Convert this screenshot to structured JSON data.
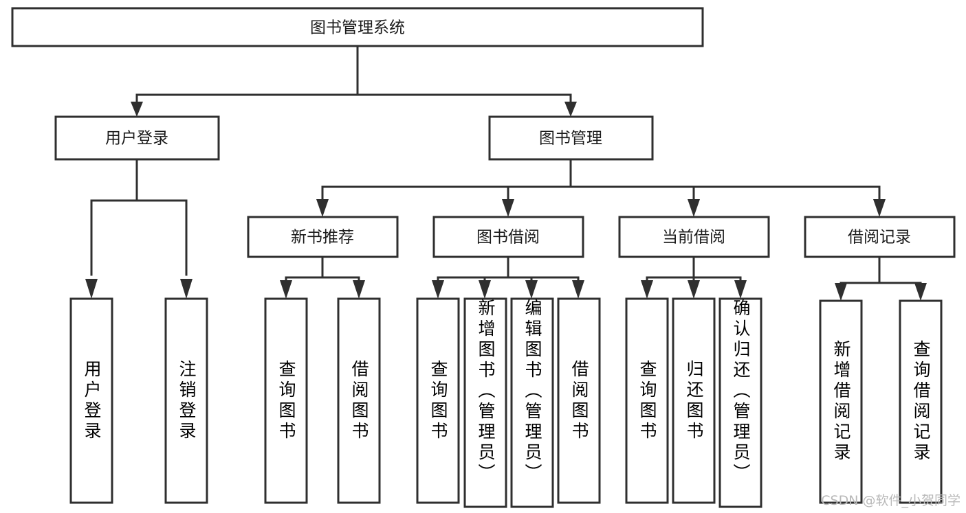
{
  "diagram": {
    "type": "tree-hierarchy",
    "title": "图书管理系统",
    "orientation": "top-down",
    "levels": 4,
    "root": {
      "id": "root",
      "label": "图书管理系统"
    },
    "level2": [
      {
        "id": "user-login",
        "label": "用户登录"
      },
      {
        "id": "book-manage",
        "label": "图书管理"
      }
    ],
    "level3": [
      {
        "id": "new-book-rec",
        "label": "新书推荐",
        "parent": "book-manage"
      },
      {
        "id": "book-borrow",
        "label": "图书借阅",
        "parent": "book-manage"
      },
      {
        "id": "current-borrow",
        "label": "当前借阅",
        "parent": "book-manage"
      },
      {
        "id": "borrow-record",
        "label": "借阅记录",
        "parent": "book-manage"
      }
    ],
    "leaves": [
      {
        "id": "leaf-user-login",
        "label": "用户登录",
        "parent": "user-login"
      },
      {
        "id": "leaf-logout",
        "label": "注销登录",
        "parent": "user-login"
      },
      {
        "id": "leaf-query-book-1",
        "label": "查询图书",
        "parent": "new-book-rec"
      },
      {
        "id": "leaf-borrow-book-1",
        "label": "借阅图书",
        "parent": "new-book-rec"
      },
      {
        "id": "leaf-query-book-2",
        "label": "查询图书",
        "parent": "book-borrow"
      },
      {
        "id": "leaf-add-book",
        "label": "新增图书（管理员）",
        "parent": "book-borrow"
      },
      {
        "id": "leaf-edit-book",
        "label": "编辑图书（管理员）",
        "parent": "book-borrow"
      },
      {
        "id": "leaf-borrow-book-2",
        "label": "借阅图书",
        "parent": "book-borrow"
      },
      {
        "id": "leaf-query-book-3",
        "label": "查询图书",
        "parent": "current-borrow"
      },
      {
        "id": "leaf-return-book",
        "label": "归还图书",
        "parent": "current-borrow"
      },
      {
        "id": "leaf-confirm-return",
        "label": "确认归还（管理员）",
        "parent": "current-borrow"
      },
      {
        "id": "leaf-add-record",
        "label": "新增借阅记录",
        "parent": "borrow-record"
      },
      {
        "id": "leaf-query-record",
        "label": "查询借阅记录",
        "parent": "borrow-record"
      }
    ],
    "colors": {
      "stroke": "#2f2f2f",
      "fill": "#ffffff",
      "text": "#1b1b1b",
      "watermark": "#b9b9b9"
    }
  },
  "watermark": {
    "text": "CSDN @软件_小贺同学"
  }
}
